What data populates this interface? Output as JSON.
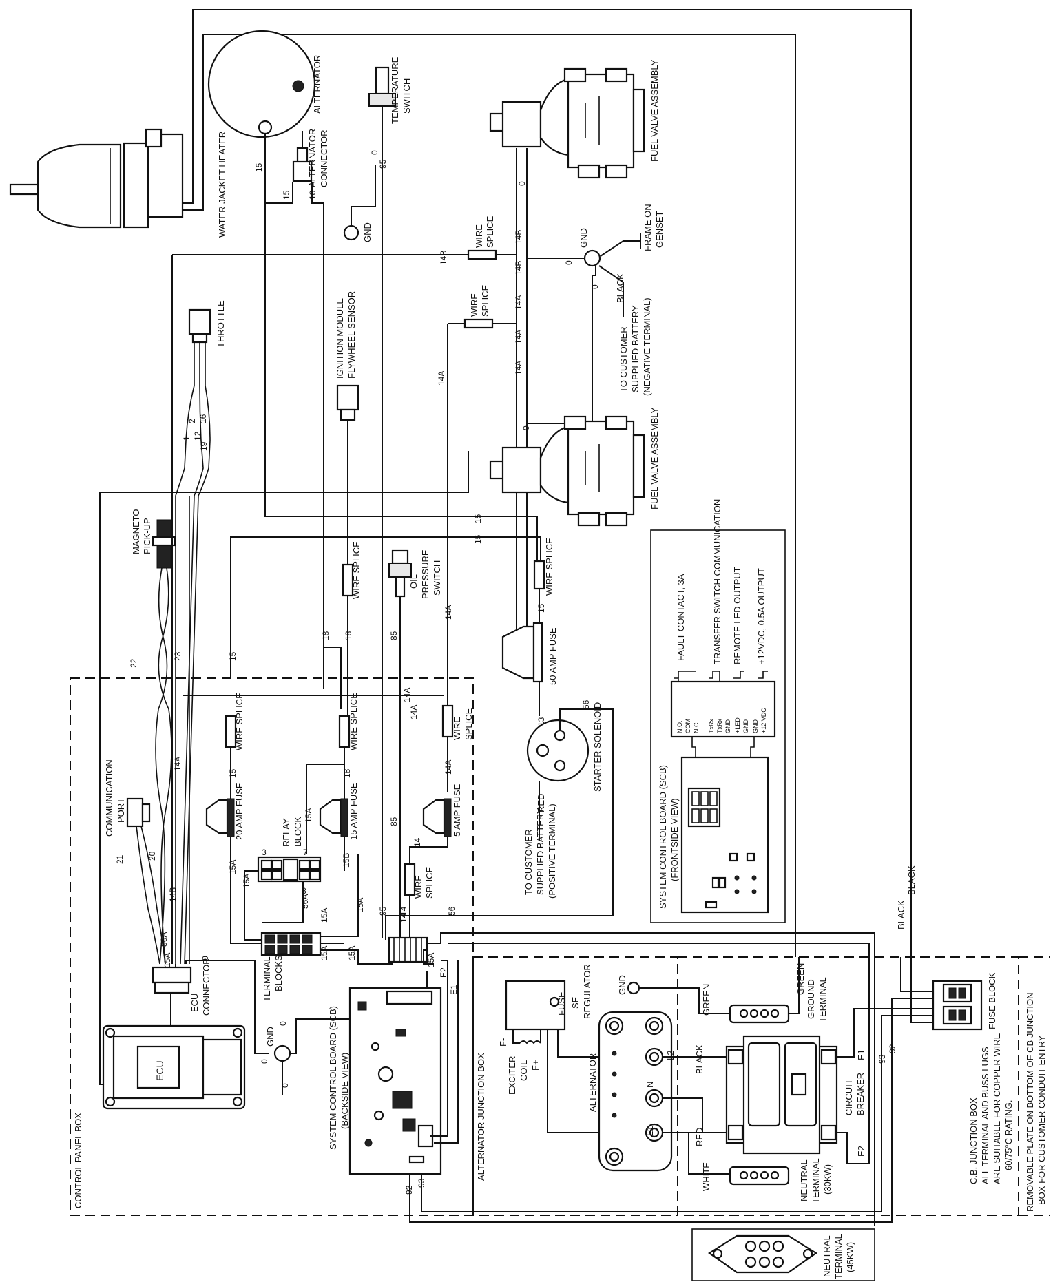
{
  "labels": {
    "water_jacket_heater": "WATER JACKET HEATER",
    "alternator_top": "ALTERNATOR",
    "alternator_connector_1": "ALTERNATOR",
    "alternator_connector_2": "CONNECTOR",
    "temperature_switch_1": "TEMPERATURE",
    "temperature_switch_2": "SWITCH",
    "fuel_valve_top": "FUEL VALVE ASSEMBLY",
    "fuel_valve_bottom": "FUEL VALVE ASSEMBLY",
    "gnd_top": "GND",
    "gnd_genset": "GND",
    "frame_on_genset_1": "FRAME ON",
    "frame_on_genset_2": "GENSET",
    "black_neg": "BLACK",
    "to_customer_neg_1": "TO CUSTOMER",
    "to_customer_neg_2": "SUPPLIED BATTERY",
    "to_customer_neg_3": "(NEGATIVE TERMINAL)",
    "throttle": "THROTTLE",
    "ignition_module_1": "IGNITION MODULE",
    "ignition_module_2": "FLYWHEEL SENSOR",
    "wire_splice": "WIRE SPLICE",
    "wire": "WIRE",
    "splice": "SPLICE",
    "magneto_1": "MAGNETO",
    "magneto_2": "PICK-UP",
    "oil_pressure_1": "OIL",
    "oil_pressure_2": "PRESSURE",
    "oil_pressure_3": "SWITCH",
    "fifty_amp_fuse": "50 AMP FUSE",
    "starter_solenoid": "STARTER SOLENOID",
    "to_customer_pos_1": "TO CUSTOMER",
    "to_customer_pos_2": "SUPPLIED BATTERY",
    "to_customer_pos_3": "(POSITIVE TERMINAL)",
    "red": "RED",
    "fault_contact": "FAULT CONTACT, 3A",
    "transfer_switch": "TRANSFER SWITCH COMMUNICATION",
    "remote_led": "REMOTE LED OUTPUT",
    "output_12v": "+12VDC, 0.5A OUTPUT",
    "scb_front_1": "SYSTEM CONTROL BOARD (SCB)",
    "scb_front_2": "(FRONTSIDE VIEW)",
    "scb_back_1": "SYSTEM CONTROL BOARD (SCB)",
    "scb_back_2": "(BACKSIDE VIEW)",
    "communication_1": "COMMUNICATION",
    "communication_2": "PORT",
    "twenty_amp_fuse": "20 AMP FUSE",
    "fifteen_amp_fuse": "15 AMP FUSE",
    "five_amp_fuse": "5 AMP FUSE",
    "relay_1": "RELAY",
    "relay_2": "BLOCK",
    "terminal_1": "TERMINAL",
    "terminal_2": "BLOCKS",
    "ecu_connector_1": "ECU",
    "ecu_connector_2": "CONNECTOR",
    "ecu": "ECU",
    "gnd_ecu": "GND",
    "control_panel_box": "CONTROL PANEL BOX",
    "alternator_junction_box": "ALTERNATOR JUNCTION BOX",
    "gnd_alt": "GND",
    "se_regulator_1": "SE",
    "se_regulator_2": "REGULATOR",
    "fuse": "FUSE",
    "exciter_1": "EXCITER",
    "exciter_2": "COIL",
    "alternator_side": "ALTERNATOR",
    "f_minus": "F-",
    "f_plus": "F+",
    "l1": "L1",
    "l2": "L2",
    "n": "N",
    "green_1": "GREEN",
    "green_2": "GREEN",
    "ground_terminal_1": "GROUND",
    "ground_terminal_2": "TERMINAL",
    "black_l2": "BLACK",
    "red_l1": "RED",
    "white": "WHITE",
    "circuit_breaker_1": "CIRCUIT",
    "circuit_breaker_2": "BREAKER",
    "e1": "E1",
    "e2": "E2",
    "neutral_30_1": "NEUTRAL",
    "neutral_30_2": "TERMINAL",
    "neutral_30_3": "(30KW)",
    "neutral_45_1": "NEUTRAL",
    "neutral_45_2": "TERMINAL",
    "neutral_45_3": "(45KW)",
    "fuse_block": "FUSE BLOCK",
    "black_1": "BLACK",
    "black_2": "BLACK",
    "cb_junction_1": "C.B. JUNCTION BOX",
    "cb_junction_2": "ALL TERMINAL AND BUSS LUGS",
    "cb_junction_3": "ARE SUITABLE FOR COPPER WIRE",
    "cb_junction_4": "60/75°C RATING.",
    "removable_1": "REMOVABLE PLATE ON BOTTOM OF CB JUNCTION",
    "removable_2": "BOX FOR CUSTOMER CONDUIT ENTRY"
  },
  "wires": {
    "w0": "0",
    "w1": "1",
    "w2": "2",
    "w12": "12",
    "w13": "13",
    "w14": "14",
    "w14a": "14A",
    "w14b": "14B",
    "w15": "15",
    "w15a": "15A",
    "w15b": "15B",
    "w16": "16",
    "w18": "18",
    "w19": "19",
    "w20": "20",
    "w21": "21",
    "w22": "22",
    "w23": "23",
    "w56": "56",
    "w56a": "56A",
    "w85": "85",
    "w92": "92",
    "w93": "93",
    "w95": "95",
    "w3": "3",
    "w7": "7",
    "w8": "8"
  },
  "scb_pins": {
    "no": "N.O.",
    "com": "COM",
    "nc": "N.C.",
    "txrx_a": "TxRx",
    "txrx_b": "TxRx",
    "gnd_a": "GND",
    "led": "+LED",
    "gnd_b": "GND",
    "gnd_c": "GND",
    "vdc": "+12 VDC"
  }
}
